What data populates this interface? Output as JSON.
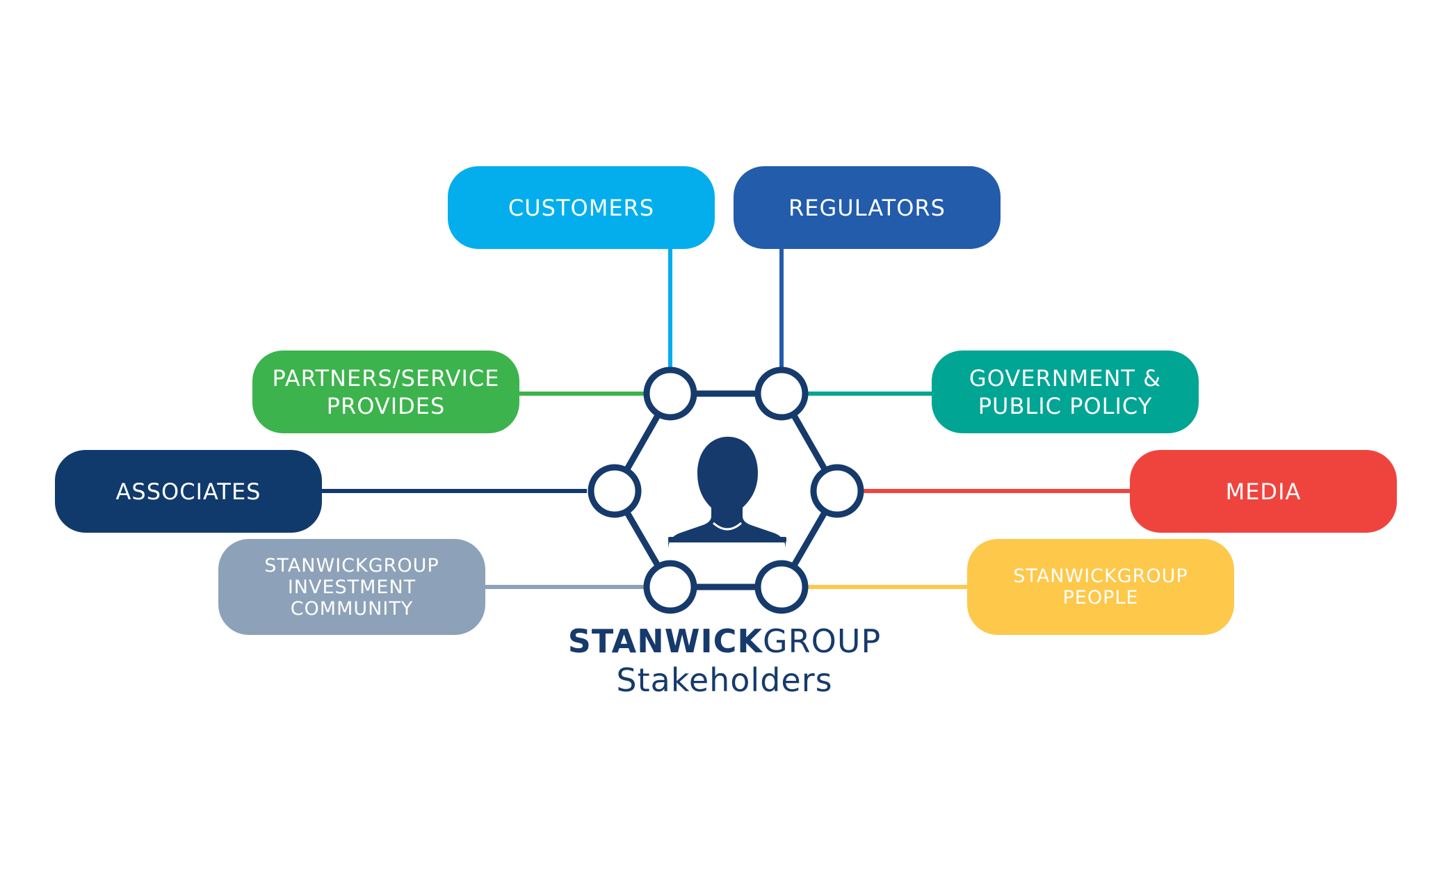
{
  "colors": {
    "hub": "#163a6b",
    "customers": "#04aeec",
    "regulators": "#225cab",
    "partners": "#3cb34c",
    "government": "#00a593",
    "associates": "#113a6c",
    "media": "#ef443e",
    "investment": "#8da2b8",
    "people": "#fec84b"
  },
  "nodes": {
    "customers": {
      "label": "CUSTOMERS",
      "color": "#04aeec"
    },
    "regulators": {
      "label": "REGULATORS",
      "color": "#225cab"
    },
    "partners": {
      "label": "PARTNERS/SERVICE\nPROVIDES",
      "color": "#3cb34c"
    },
    "government": {
      "label": "GOVERNMENT &\nPUBLIC POLICY",
      "color": "#00a593"
    },
    "associates": {
      "label": "ASSOCIATES",
      "color": "#113a6c"
    },
    "media": {
      "label": "MEDIA",
      "color": "#ef443e"
    },
    "investment": {
      "label": "STANWICKGROUP\nINVESTMENT\nCOMMUNITY",
      "color": "#8da2b8"
    },
    "people": {
      "label": "STANWICKGROUP\nPEOPLE",
      "color": "#fec84b"
    }
  },
  "center": {
    "icon": "person-icon",
    "title_bold": "STANWICK",
    "title_regular": "GROUP",
    "subtitle": "Stakeholders"
  }
}
